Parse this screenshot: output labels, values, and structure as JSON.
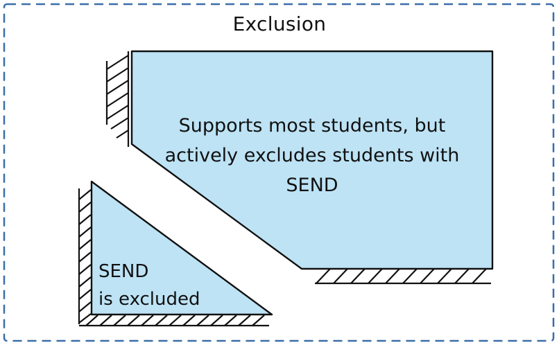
{
  "title": "Exclusion",
  "main_block": {
    "lines": [
      "Supports most students, but",
      "actively excludes students with",
      "SEND"
    ]
  },
  "small_block": {
    "lines": [
      "SEND",
      "is excluded"
    ]
  },
  "colors": {
    "shape_fill": "#bde3f5",
    "stroke": "#111111",
    "frame_dash": "#3a6ea8",
    "background": "#ffffff"
  }
}
